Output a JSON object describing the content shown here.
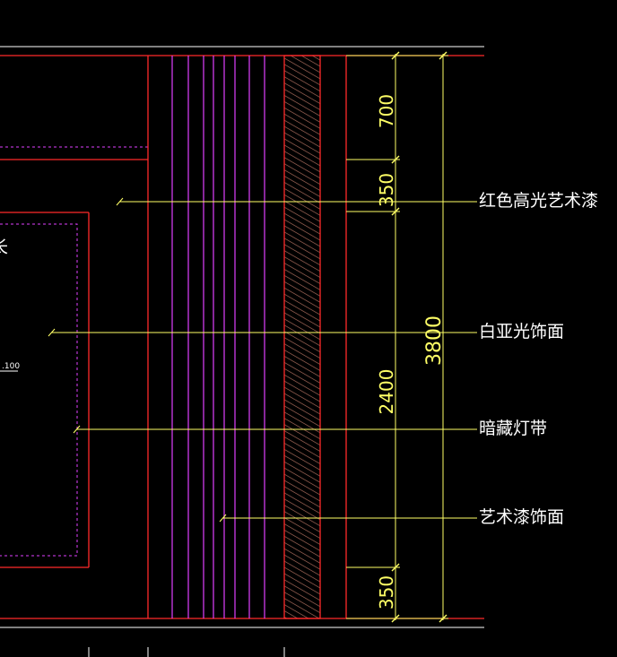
{
  "colors": {
    "background": "#000000",
    "outline": "#ff2a2a",
    "panel_lines": "#e040ff",
    "dimension": "#ffff66",
    "leader": "#ffff66",
    "hatch": "#b07060",
    "text": "#ffffff",
    "top_line": "#ffffff"
  },
  "dimensions": {
    "d700": "700",
    "d350_top": "350",
    "d2400": "2400",
    "d350_bottom": "350",
    "d3800": "3800"
  },
  "labels": {
    "red_gloss_paint": "红色高光艺术漆",
    "white_matte_finish": "白亚光饰面",
    "hidden_light_strip": "暗藏灯带",
    "art_paint_finish": "艺术漆饰面"
  },
  "annotations": {
    "scale_fragment": ".100",
    "cut_glyph": "长"
  }
}
